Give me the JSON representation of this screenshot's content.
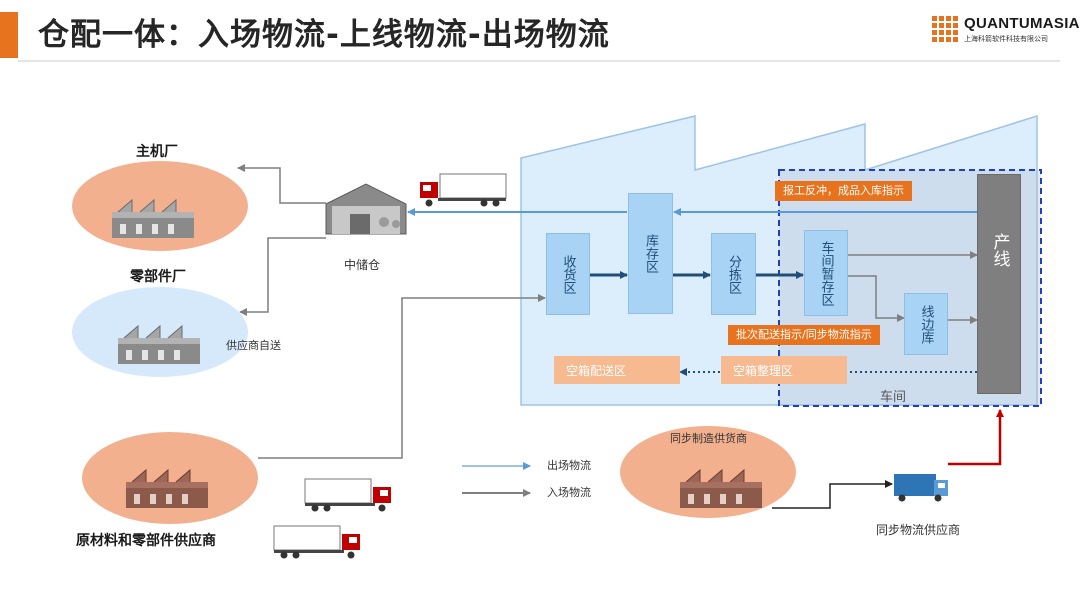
{
  "header": {
    "title": "仓配一体：入场物流-上线物流-出场物流",
    "logo_text": "QUANTUMASIA",
    "logo_subtext": "上海科箭软件科技有限公司"
  },
  "nodes": {
    "main_factory": "主机厂",
    "parts_factory": "零部件厂",
    "supplier_self_delivery": "供应商自送",
    "central_warehouse": "中储仓",
    "raw_material_supplier": "原材料和零部件供应商",
    "sync_mfg_supplier": "同步制造供货商",
    "sync_logistics_supplier": "同步物流供应商"
  },
  "zones": {
    "receiving": "收货区",
    "storage": "库存区",
    "sorting": "分拣区",
    "workshop_temp": "车间暂存区",
    "line_side": "线边库",
    "production_line": "产线",
    "workshop": "车间",
    "empty_box_delivery": "空箱配送区",
    "empty_box_sorting": "空箱整理区"
  },
  "instructions": {
    "report": "报工反冲，成品入库指示",
    "batch": "批次配送指示/同步物流指示"
  },
  "legend": {
    "outbound": "出场物流",
    "inbound": "入场物流"
  },
  "colors": {
    "accent": "#e8731f",
    "factory_bg": "#dcedfb",
    "zone_box": "#a9d3f5",
    "outbound_arrow": "#9dc3e6",
    "inbound_arrow": "#7f7f7f",
    "flow_arrow": "#1f4e79",
    "sync_arrow": "#c00000",
    "workshop_border": "#1f3fbf"
  }
}
